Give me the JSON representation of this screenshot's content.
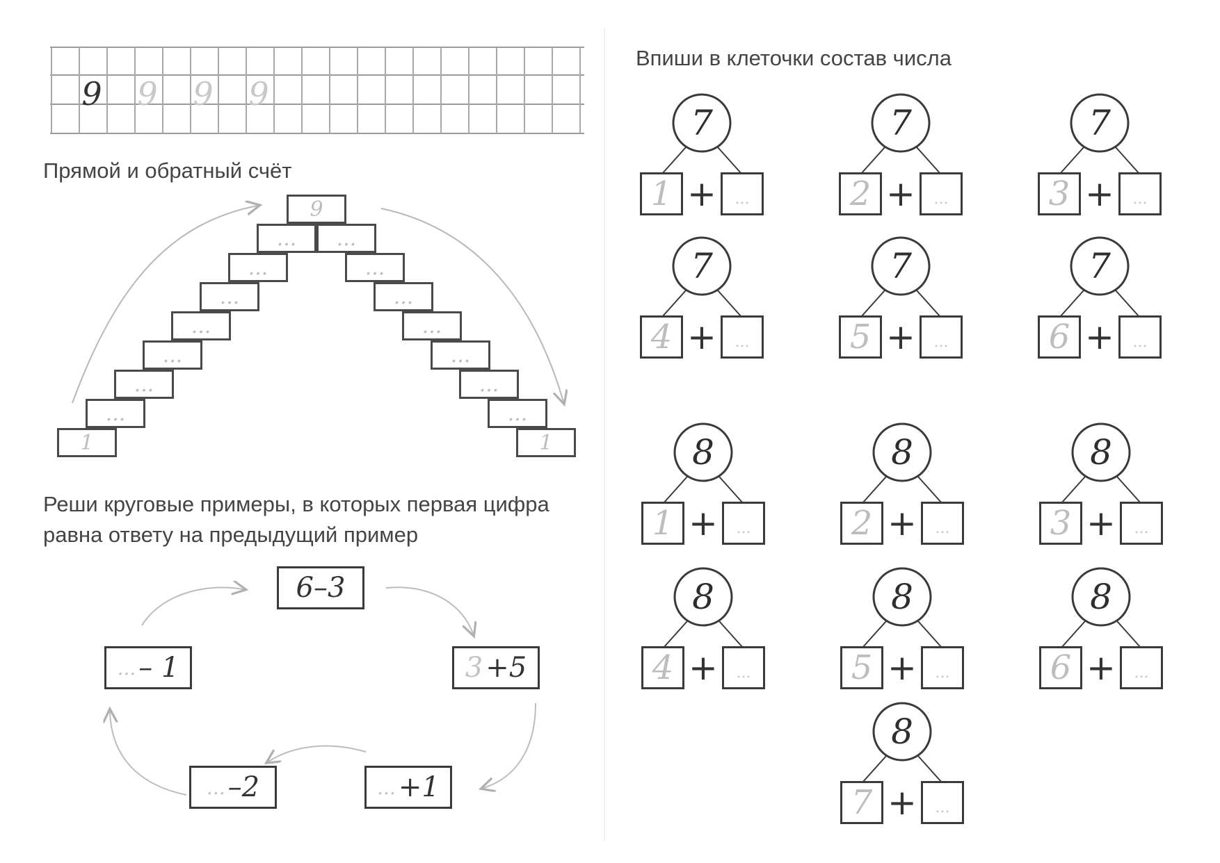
{
  "grid": {
    "digits": [
      "9",
      "9",
      "9",
      "9"
    ]
  },
  "counting": {
    "title": "Прямой и обратный счёт",
    "top_value": "9",
    "first_value": "1",
    "last_value": "1",
    "placeholder": "..."
  },
  "circular": {
    "title_line1": "Реши круговые примеры, в которых первая цифра",
    "title_line2": "равна ответу на предыдущий пример",
    "examples": [
      {
        "prefix": "",
        "expression": "6–3"
      },
      {
        "prefix": "3",
        "expression": "+5"
      },
      {
        "prefix": "...",
        "expression": "+1"
      },
      {
        "prefix": "...",
        "expression": "–2"
      },
      {
        "prefix": "...",
        "expression": "– 1"
      }
    ]
  },
  "composition": {
    "title": "Впиши в клеточки состав числа",
    "plus": "+",
    "placeholder": "...",
    "trees": [
      {
        "total": "7",
        "part": "1"
      },
      {
        "total": "7",
        "part": "2"
      },
      {
        "total": "7",
        "part": "3"
      },
      {
        "total": "7",
        "part": "4"
      },
      {
        "total": "7",
        "part": "5"
      },
      {
        "total": "7",
        "part": "6"
      },
      {
        "total": "8",
        "part": "1"
      },
      {
        "total": "8",
        "part": "2"
      },
      {
        "total": "8",
        "part": "3"
      },
      {
        "total": "8",
        "part": "4"
      },
      {
        "total": "8",
        "part": "5"
      },
      {
        "total": "8",
        "part": "6"
      },
      {
        "total": "8",
        "part": "7"
      }
    ]
  }
}
